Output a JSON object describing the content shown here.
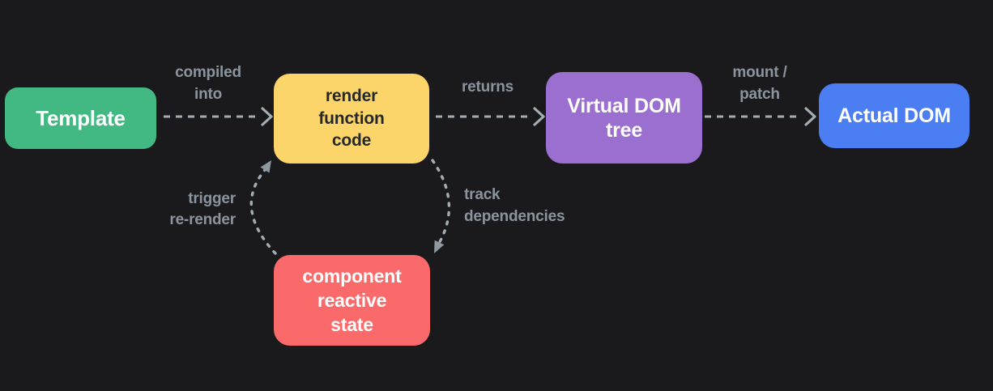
{
  "colors": {
    "background": "#1a1a1c",
    "arrow": "#a4adb4",
    "arrowhead": "#8e98a0",
    "edge_label": "#8b949e"
  },
  "nodes": [
    {
      "id": "template",
      "lines": [
        "Template"
      ],
      "color": "#42b883",
      "text_color": "#ffffff"
    },
    {
      "id": "render-function-code",
      "lines": [
        "render",
        "function",
        "code"
      ],
      "color": "#fcd56a",
      "text_color": "#26282c"
    },
    {
      "id": "virtual-dom-tree",
      "lines": [
        "Virtual DOM",
        "tree"
      ],
      "color": "#9a6fd0",
      "text_color": "#ffffff"
    },
    {
      "id": "actual-dom",
      "lines": [
        "Actual DOM"
      ],
      "color": "#4b7ef2",
      "text_color": "#ffffff"
    },
    {
      "id": "component-reactive-state",
      "lines": [
        "component",
        "reactive",
        "state"
      ],
      "color": "#fb6a6a",
      "text_color": "#ffffff"
    }
  ],
  "edges": [
    {
      "from": "template",
      "to": "render-function-code",
      "label_lines": [
        "compiled",
        "into"
      ]
    },
    {
      "from": "render-function-code",
      "to": "virtual-dom-tree",
      "label_lines": [
        "returns"
      ]
    },
    {
      "from": "virtual-dom-tree",
      "to": "actual-dom",
      "label_lines": [
        "mount /",
        "patch"
      ]
    },
    {
      "from": "component-reactive-state",
      "to": "render-function-code",
      "label_lines": [
        "trigger",
        "re-render"
      ]
    },
    {
      "from": "render-function-code",
      "to": "component-reactive-state",
      "label_lines": [
        "track",
        "dependencies"
      ]
    }
  ]
}
